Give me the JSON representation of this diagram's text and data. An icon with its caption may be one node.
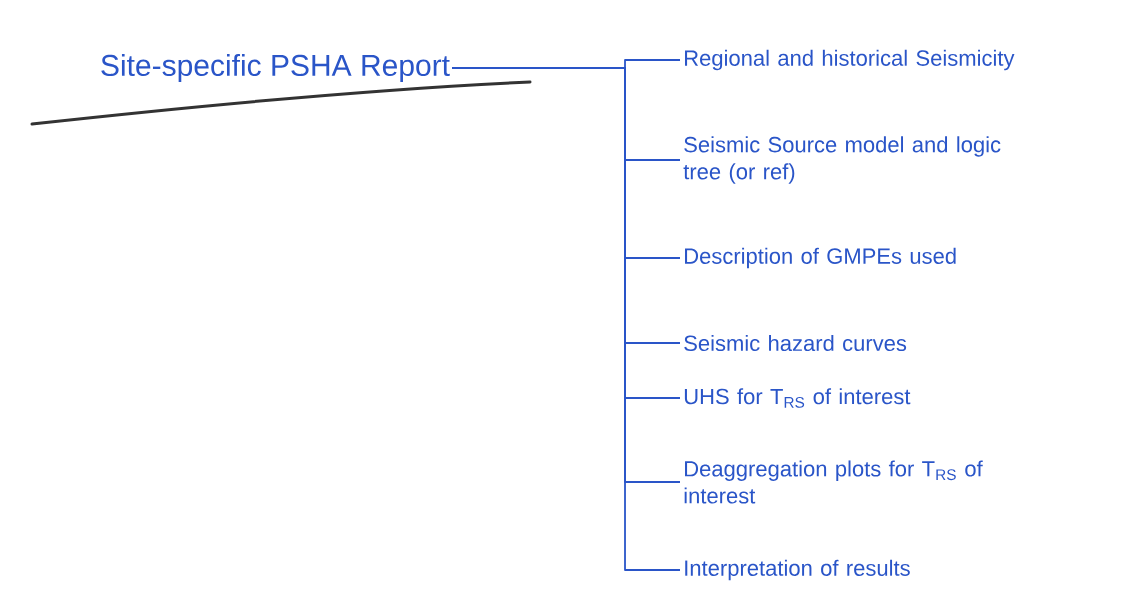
{
  "diagram": {
    "nodes": [
      {
        "text": [
          "Site-specific PSHA Report"
        ]
      },
      {
        "text": [
          "Regional and historical Seismicity"
        ]
      },
      {
        "text": [
          "Seismic Source model and logic tree (or ref)"
        ]
      },
      {
        "text": [
          "Description of GMPEs used"
        ]
      },
      {
        "text": [
          "Seismic hazard curves"
        ]
      },
      {
        "text": [
          "UHS for T$_{RS}$ of interest"
        ]
      },
      {
        "text": [
          "Deaggregation plots for T$_{RS}$ of interest"
        ]
      },
      {
        "text": [
          "Interpretation of results"
        ]
      }
    ],
    "edges": [
      {
        "from": 0,
        "to": 1,
        "arrow": "none"
      },
      {
        "from": 0,
        "to": 2,
        "arrow": "none"
      },
      {
        "from": 0,
        "to": 3,
        "arrow": "none"
      },
      {
        "from": 0,
        "to": 4,
        "arrow": "none"
      },
      {
        "from": 0,
        "to": 5,
        "arrow": "none"
      },
      {
        "from": 0,
        "to": 6,
        "arrow": "none"
      },
      {
        "from": 0,
        "to": 7,
        "arrow": "none"
      }
    ]
  }
}
